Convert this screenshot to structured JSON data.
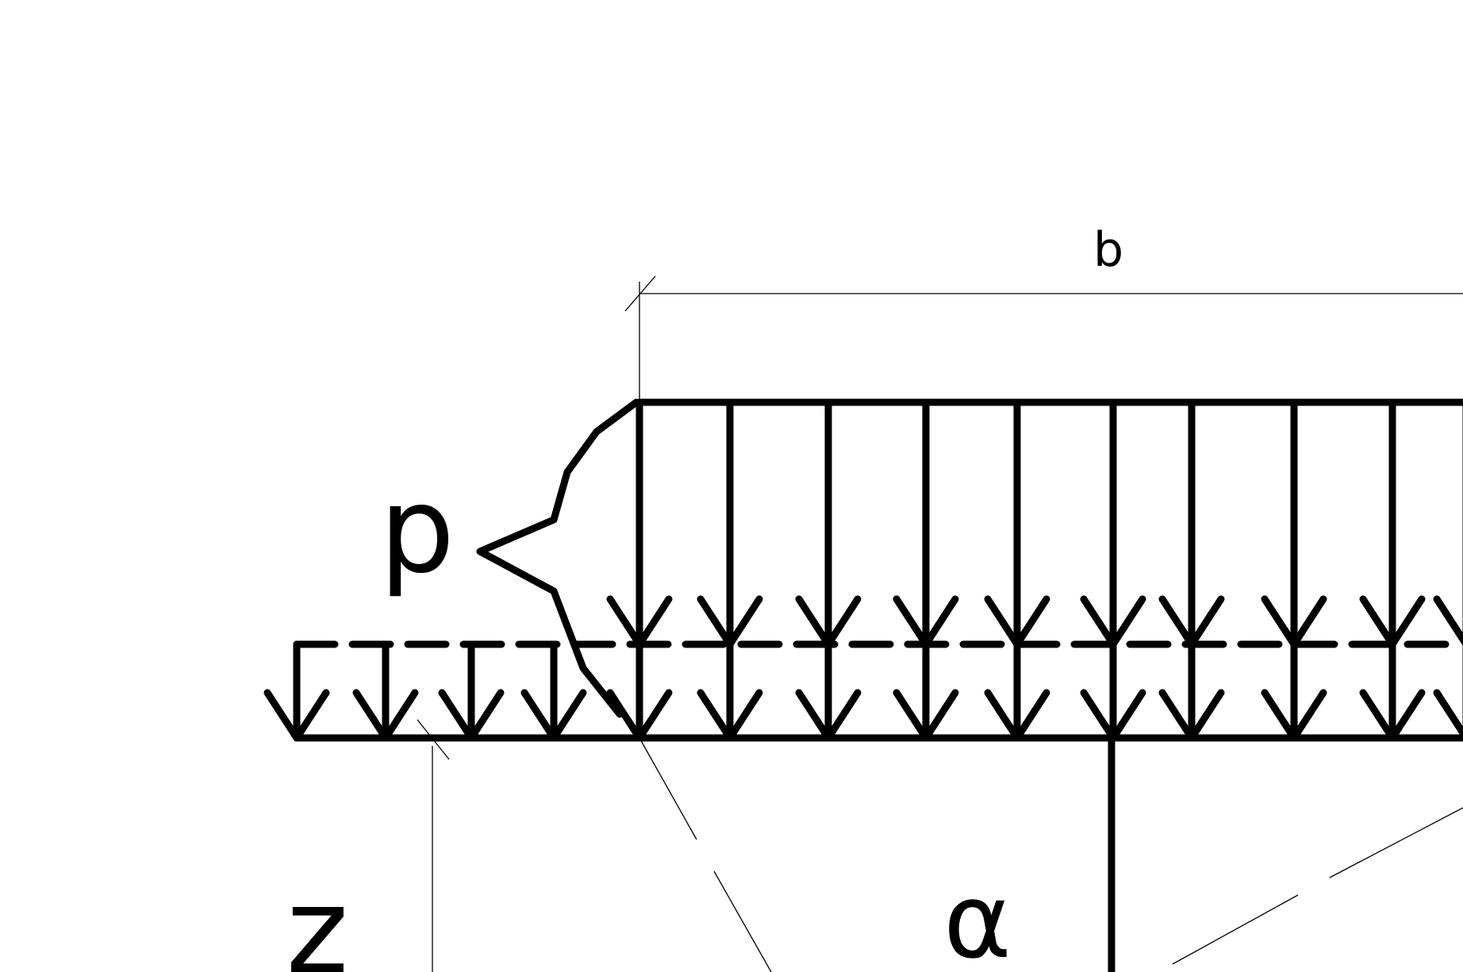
{
  "diagram": {
    "labels": {
      "width_label": "b",
      "load_label": "p",
      "angle_label": "α",
      "depth_label": "z"
    },
    "colors": {
      "line": "#000000",
      "background": "#ffffff"
    }
  }
}
